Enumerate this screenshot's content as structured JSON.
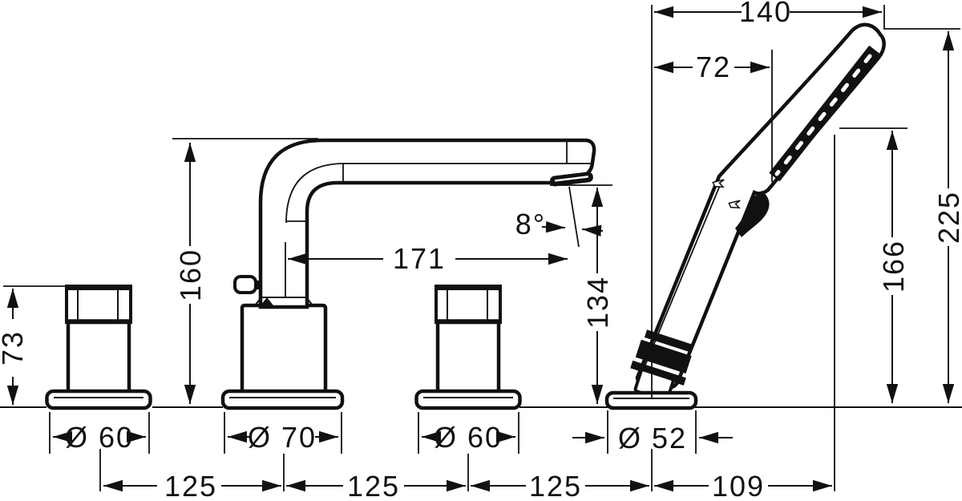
{
  "diagram": {
    "type": "technical-dimension-drawing",
    "colors": {
      "ink": "#111111",
      "background": "#ffffff"
    },
    "dimensions": {
      "top_width": "140",
      "head_offset": "72",
      "overall_height": "225",
      "head_height": "166",
      "spout_height": "160",
      "spout_reach": "171",
      "outlet_height": "134",
      "spray_angle": "8°",
      "handle_height": "73",
      "left_handle_base_dia": "Ø 60",
      "spout_base_dia": "Ø 70",
      "right_handle_base_dia": "Ø 60",
      "handshower_base_dia": "Ø 52",
      "spacing_1": "125",
      "spacing_2": "125",
      "spacing_3": "125",
      "spacing_4": "109"
    }
  }
}
